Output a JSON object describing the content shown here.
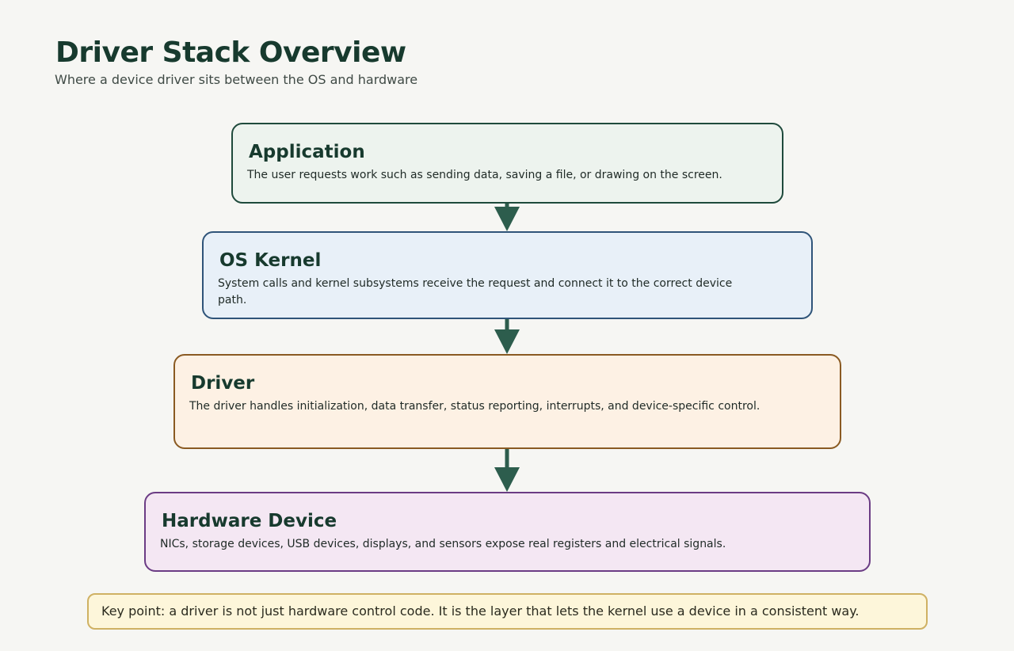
{
  "header": {
    "title": "Driver Stack Overview",
    "subtitle": "Where a device driver sits between the OS and hardware"
  },
  "layers": [
    {
      "title": "Application",
      "description": "The user requests work such as sending data, saving a file, or drawing on the screen.",
      "fill": "#edf3ee",
      "border": "#1f4a3c"
    },
    {
      "title": "OS Kernel",
      "description": "System calls and kernel subsystems receive the request and connect it to the correct device path.",
      "fill": "#e8f0f8",
      "border": "#2f5479"
    },
    {
      "title": "Driver",
      "description": "The driver handles initialization, data transfer, status reporting, interrupts, and device-specific control.",
      "fill": "#fdf1e4",
      "border": "#8a5a22"
    },
    {
      "title": "Hardware Device",
      "description": "NICs, storage devices, USB devices, displays, and sensors expose real registers and electrical signals.",
      "fill": "#f4e7f3",
      "border": "#6b3c84"
    }
  ],
  "key_point": "Key point: a driver is not just hardware control code. It is the layer that lets the kernel use a device in a consistent way.",
  "colors": {
    "background": "#f6f6f3",
    "arrow": "#2d5d4d",
    "title": "#173a2e",
    "key_point_fill": "#fdf6da",
    "key_point_border": "#cfb163"
  }
}
